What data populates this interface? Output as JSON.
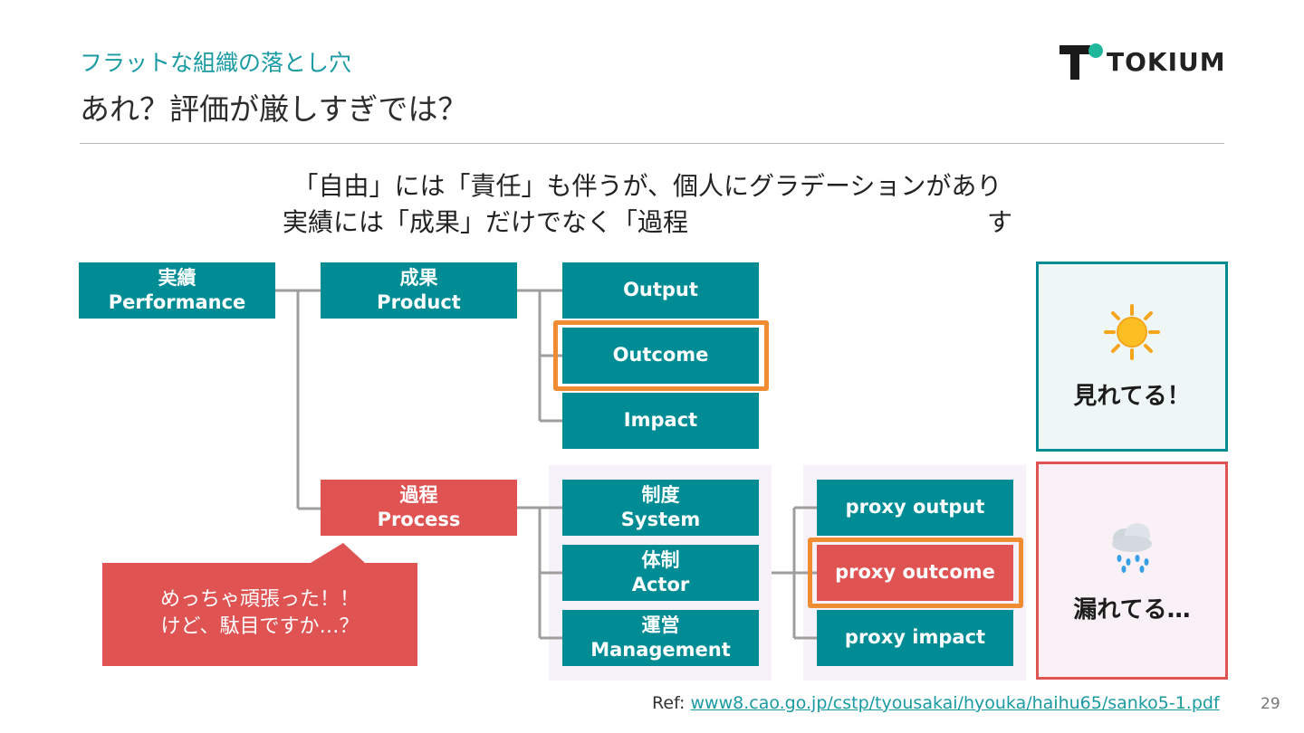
{
  "header": {
    "subtitle": "フラットな組織の落とし穴",
    "title": "あれ？評価が厳しすぎでは？"
  },
  "logo": {
    "text": "TOKIUM",
    "colors": {
      "mark": "#1a1a1a",
      "dot": "#1fb89a"
    }
  },
  "lead": {
    "line1": "「自由」には「責任」も伴うが、個人にグラデーションがあり",
    "line2": "実績には「成果」だけでなく「過程",
    "line2_tail": "す"
  },
  "diagram": {
    "root": {
      "ja": "実績",
      "en": "Performance"
    },
    "product": {
      "ja": "成果",
      "en": "Product"
    },
    "process": {
      "ja": "過程",
      "en": "Process"
    },
    "product_children": [
      "Output",
      "Outcome",
      "Impact"
    ],
    "process_children": [
      {
        "ja": "制度",
        "en": "System"
      },
      {
        "ja": "体制",
        "en": "Actor"
      },
      {
        "ja": "運営",
        "en": "Management"
      }
    ],
    "proxy_children": [
      "proxy output",
      "proxy outcome",
      "proxy impact"
    ]
  },
  "panels": {
    "seen": {
      "label": "見れてる！",
      "icon": "sun-icon"
    },
    "leak": {
      "label": "漏れてる…",
      "icon": "rain-cloud-icon"
    }
  },
  "bubble": {
    "line1": "めっちゃ頑張った！！",
    "line2": "けど、駄目ですか…？"
  },
  "footer": {
    "ref_label": "Ref: ",
    "ref_link": "www8.cao.go.jp/cstp/tyousakai/hyouka/haihu65/sanko5-1.pdf",
    "page": "29"
  },
  "colors": {
    "teal": "#008c94",
    "red": "#e05353",
    "highlight": "#f08c32",
    "accent_text": "#1a9aa3"
  }
}
